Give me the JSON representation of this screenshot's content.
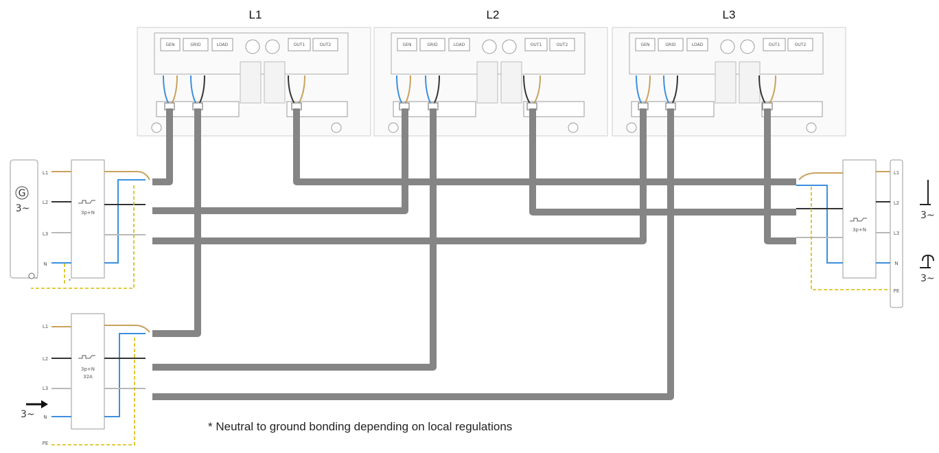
{
  "diagram": {
    "phases": [
      "L1",
      "L2",
      "L3"
    ],
    "inverter_labels": [
      "GEN",
      "GRID",
      "LOAD",
      "OUT1",
      "OUT2"
    ],
    "generator": {
      "symbol": "G",
      "type": "3~",
      "terminals": [
        "L1",
        "L2",
        "L3",
        "N"
      ],
      "breaker": "3p+N",
      "bond_mark": "*"
    },
    "grid": {
      "type": "3~",
      "terminals": [
        "L1",
        "L2",
        "L3",
        "N",
        "PE"
      ],
      "breaker": "3p+N",
      "breaker_rating": "32A"
    },
    "load": {
      "type_top": "3~",
      "type_bottom": "3~",
      "terminals": [
        "L1",
        "L2",
        "L3",
        "N",
        "PE"
      ],
      "breaker": "3p+N"
    },
    "footnote": "* Neutral to ground bonding depending on local regulations"
  },
  "colors": {
    "cable": "#858585",
    "neutral": "#3b8fde",
    "pe": "#d9b800",
    "l1": "#c9a15c",
    "l2": "#333333",
    "l3": "#b8b8b8"
  }
}
